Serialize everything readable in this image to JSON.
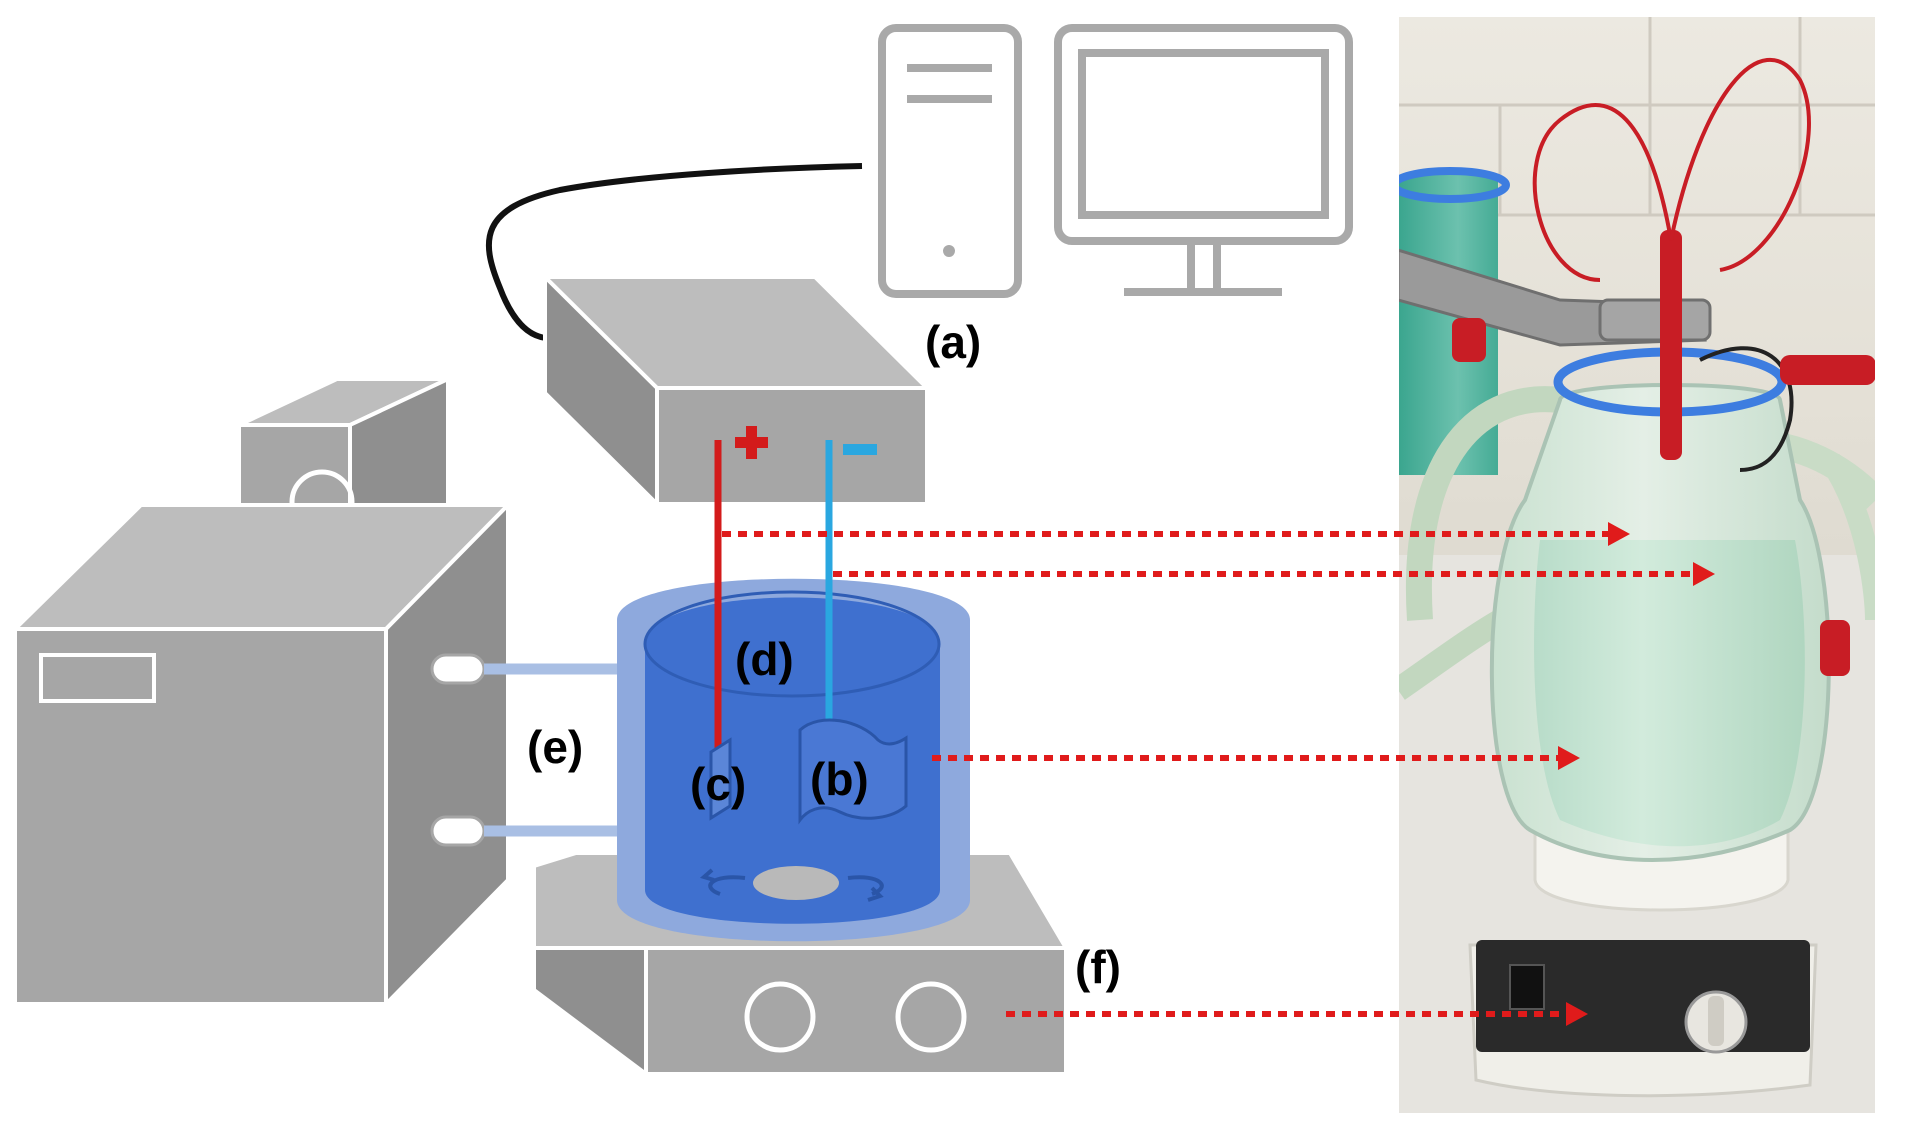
{
  "labels": {
    "a": "(a)",
    "b": "(b)",
    "c": "(c)",
    "d": "(d)",
    "e": "(e)",
    "f": "(f)"
  },
  "symbols": {
    "positive": "+",
    "negative": "-"
  },
  "colors": {
    "device_gray": "#a6a6a6",
    "device_top": "#bdbdbd",
    "device_side": "#8f8f8f",
    "outline_gray": "#a9a9a9",
    "positive_wire": "#d31b1b",
    "negative_wire": "#2aa7e0",
    "beaker_outer": "#8ea9dd",
    "beaker_inner": "#3f70cf",
    "hose": "#a9bfe4",
    "arrow": "#e01b1b"
  },
  "icons": {
    "computer": "computer-tower-icon",
    "monitor": "monitor-icon"
  }
}
